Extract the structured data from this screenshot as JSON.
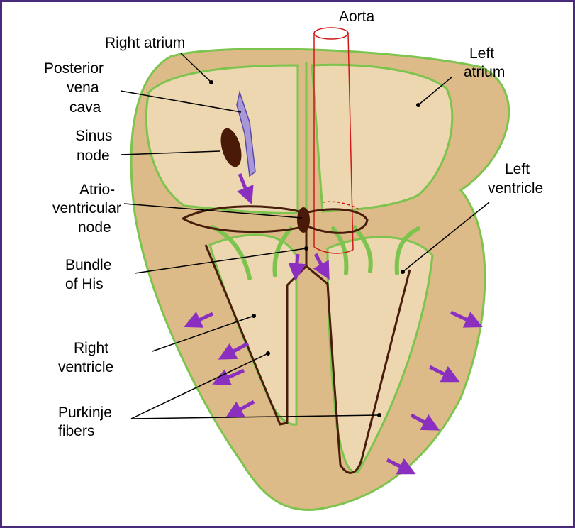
{
  "colors": {
    "border": "#4a2a7a",
    "heart_outer": "#ddbb88",
    "heart_inner": "#ecd7b0",
    "outline_green": "#7cc44e",
    "fiber_brown": "#4a1c0c",
    "node_dark": "#4a1a08",
    "vena_cava_fill": "#a898d8",
    "arrow_purple": "#8a2fc0",
    "aorta_red": "#d01818"
  },
  "labels": {
    "aorta": "Aorta",
    "right_atrium": "Right atrium",
    "left_atrium": [
      "Left",
      "atrium"
    ],
    "posterior_vena_cava": [
      "Posterior",
      "vena",
      "cava"
    ],
    "sinus_node": [
      "Sinus",
      "node"
    ],
    "left_ventricle": [
      "Left",
      "ventricle"
    ],
    "av_node": [
      "Atrio-",
      "ventricular",
      "node"
    ],
    "bundle_of_his": [
      "Bundle",
      "of His"
    ],
    "right_ventricle": [
      "Right",
      "ventricle"
    ],
    "purkinje_fibers": [
      "Purkinje",
      "fibers"
    ]
  },
  "icons": {
    "conduction_arrow": "purple-arrow-icon"
  }
}
